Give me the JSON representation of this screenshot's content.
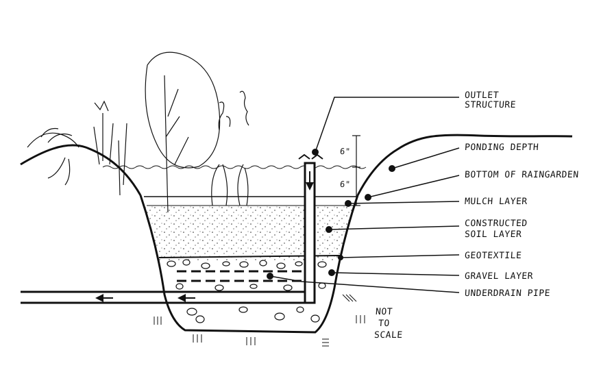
{
  "diagram": {
    "labels": {
      "outlet_structure_line1": "OUTLET",
      "outlet_structure_line2": "STRUCTURE",
      "ponding_depth": "PONDING DEPTH",
      "bottom_of_raingarden": "BOTTOM OF RAINGARDEN",
      "mulch_layer": "MULCH LAYER",
      "constructed_soil_line1": "CONSTRUCTED",
      "constructed_soil_line2": "SOIL LAYER",
      "geotextile": "GEOTEXTILE",
      "gravel_layer": "GRAVEL LAYER",
      "underdrain_pipe": "UNDERDRAIN PIPE",
      "not_to_scale_line1": "NOT",
      "not_to_scale_line2": "TO",
      "not_to_scale_line3": "SCALE"
    },
    "dimensions": {
      "upper": "6\"",
      "lower": "6\""
    },
    "colors": {
      "ink": "#111111",
      "paper": "#ffffff"
    }
  }
}
